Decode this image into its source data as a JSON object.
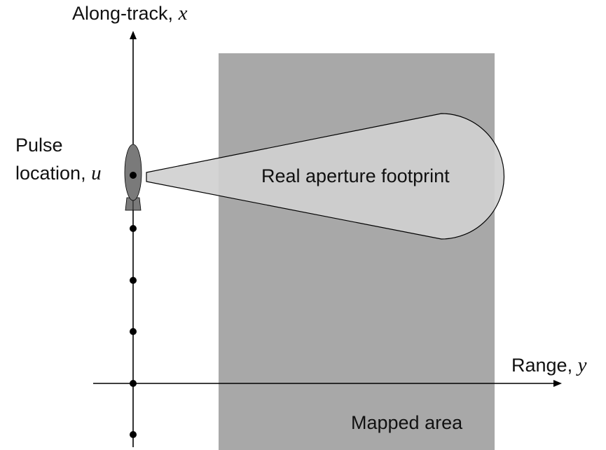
{
  "labels": {
    "along_track_text": "Along-track, ",
    "along_track_var": "x",
    "range_text": "Range, ",
    "range_var": "y",
    "pulse_line1": "Pulse",
    "pulse_line2_text": "location, ",
    "pulse_var": "u",
    "footprint": "Real aperture footprint",
    "mapped_area": "Mapped area"
  },
  "colors": {
    "mapped_area": "#a8a8a8",
    "footprint": "#d0d0d0",
    "axis": "#000000",
    "platform": "#7a7a7a",
    "background": "#ffffff"
  },
  "icons": {
    "platform": "rocket-icon"
  },
  "pulse_points": 5
}
